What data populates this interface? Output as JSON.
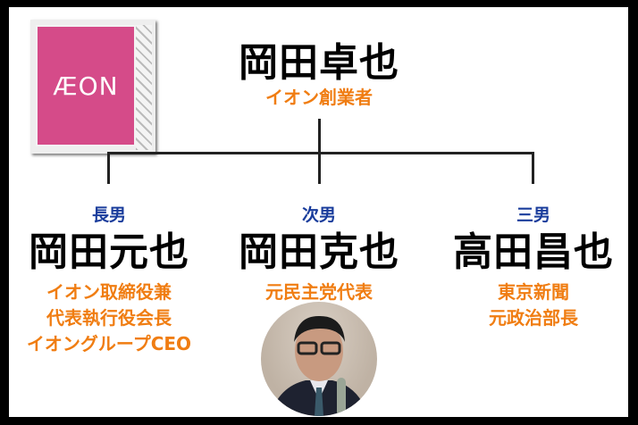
{
  "logo": {
    "text": "ÆON",
    "color": "#d54b89"
  },
  "founder": {
    "name": "岡田卓也",
    "title": "イオン創業者"
  },
  "children": [
    {
      "relation": "長男",
      "name": "岡田元也",
      "titles": [
        "イオン取締役兼",
        "代表執行役会長",
        "イオングループCEO"
      ]
    },
    {
      "relation": "次男",
      "name": "岡田克也",
      "titles": [
        "元民主党代表"
      ]
    },
    {
      "relation": "三男",
      "name": "高田昌也",
      "titles": [
        "東京新聞",
        "元政治部長"
      ]
    }
  ],
  "colors": {
    "accent": "#f07d12",
    "relation": "#1a3d9c"
  }
}
